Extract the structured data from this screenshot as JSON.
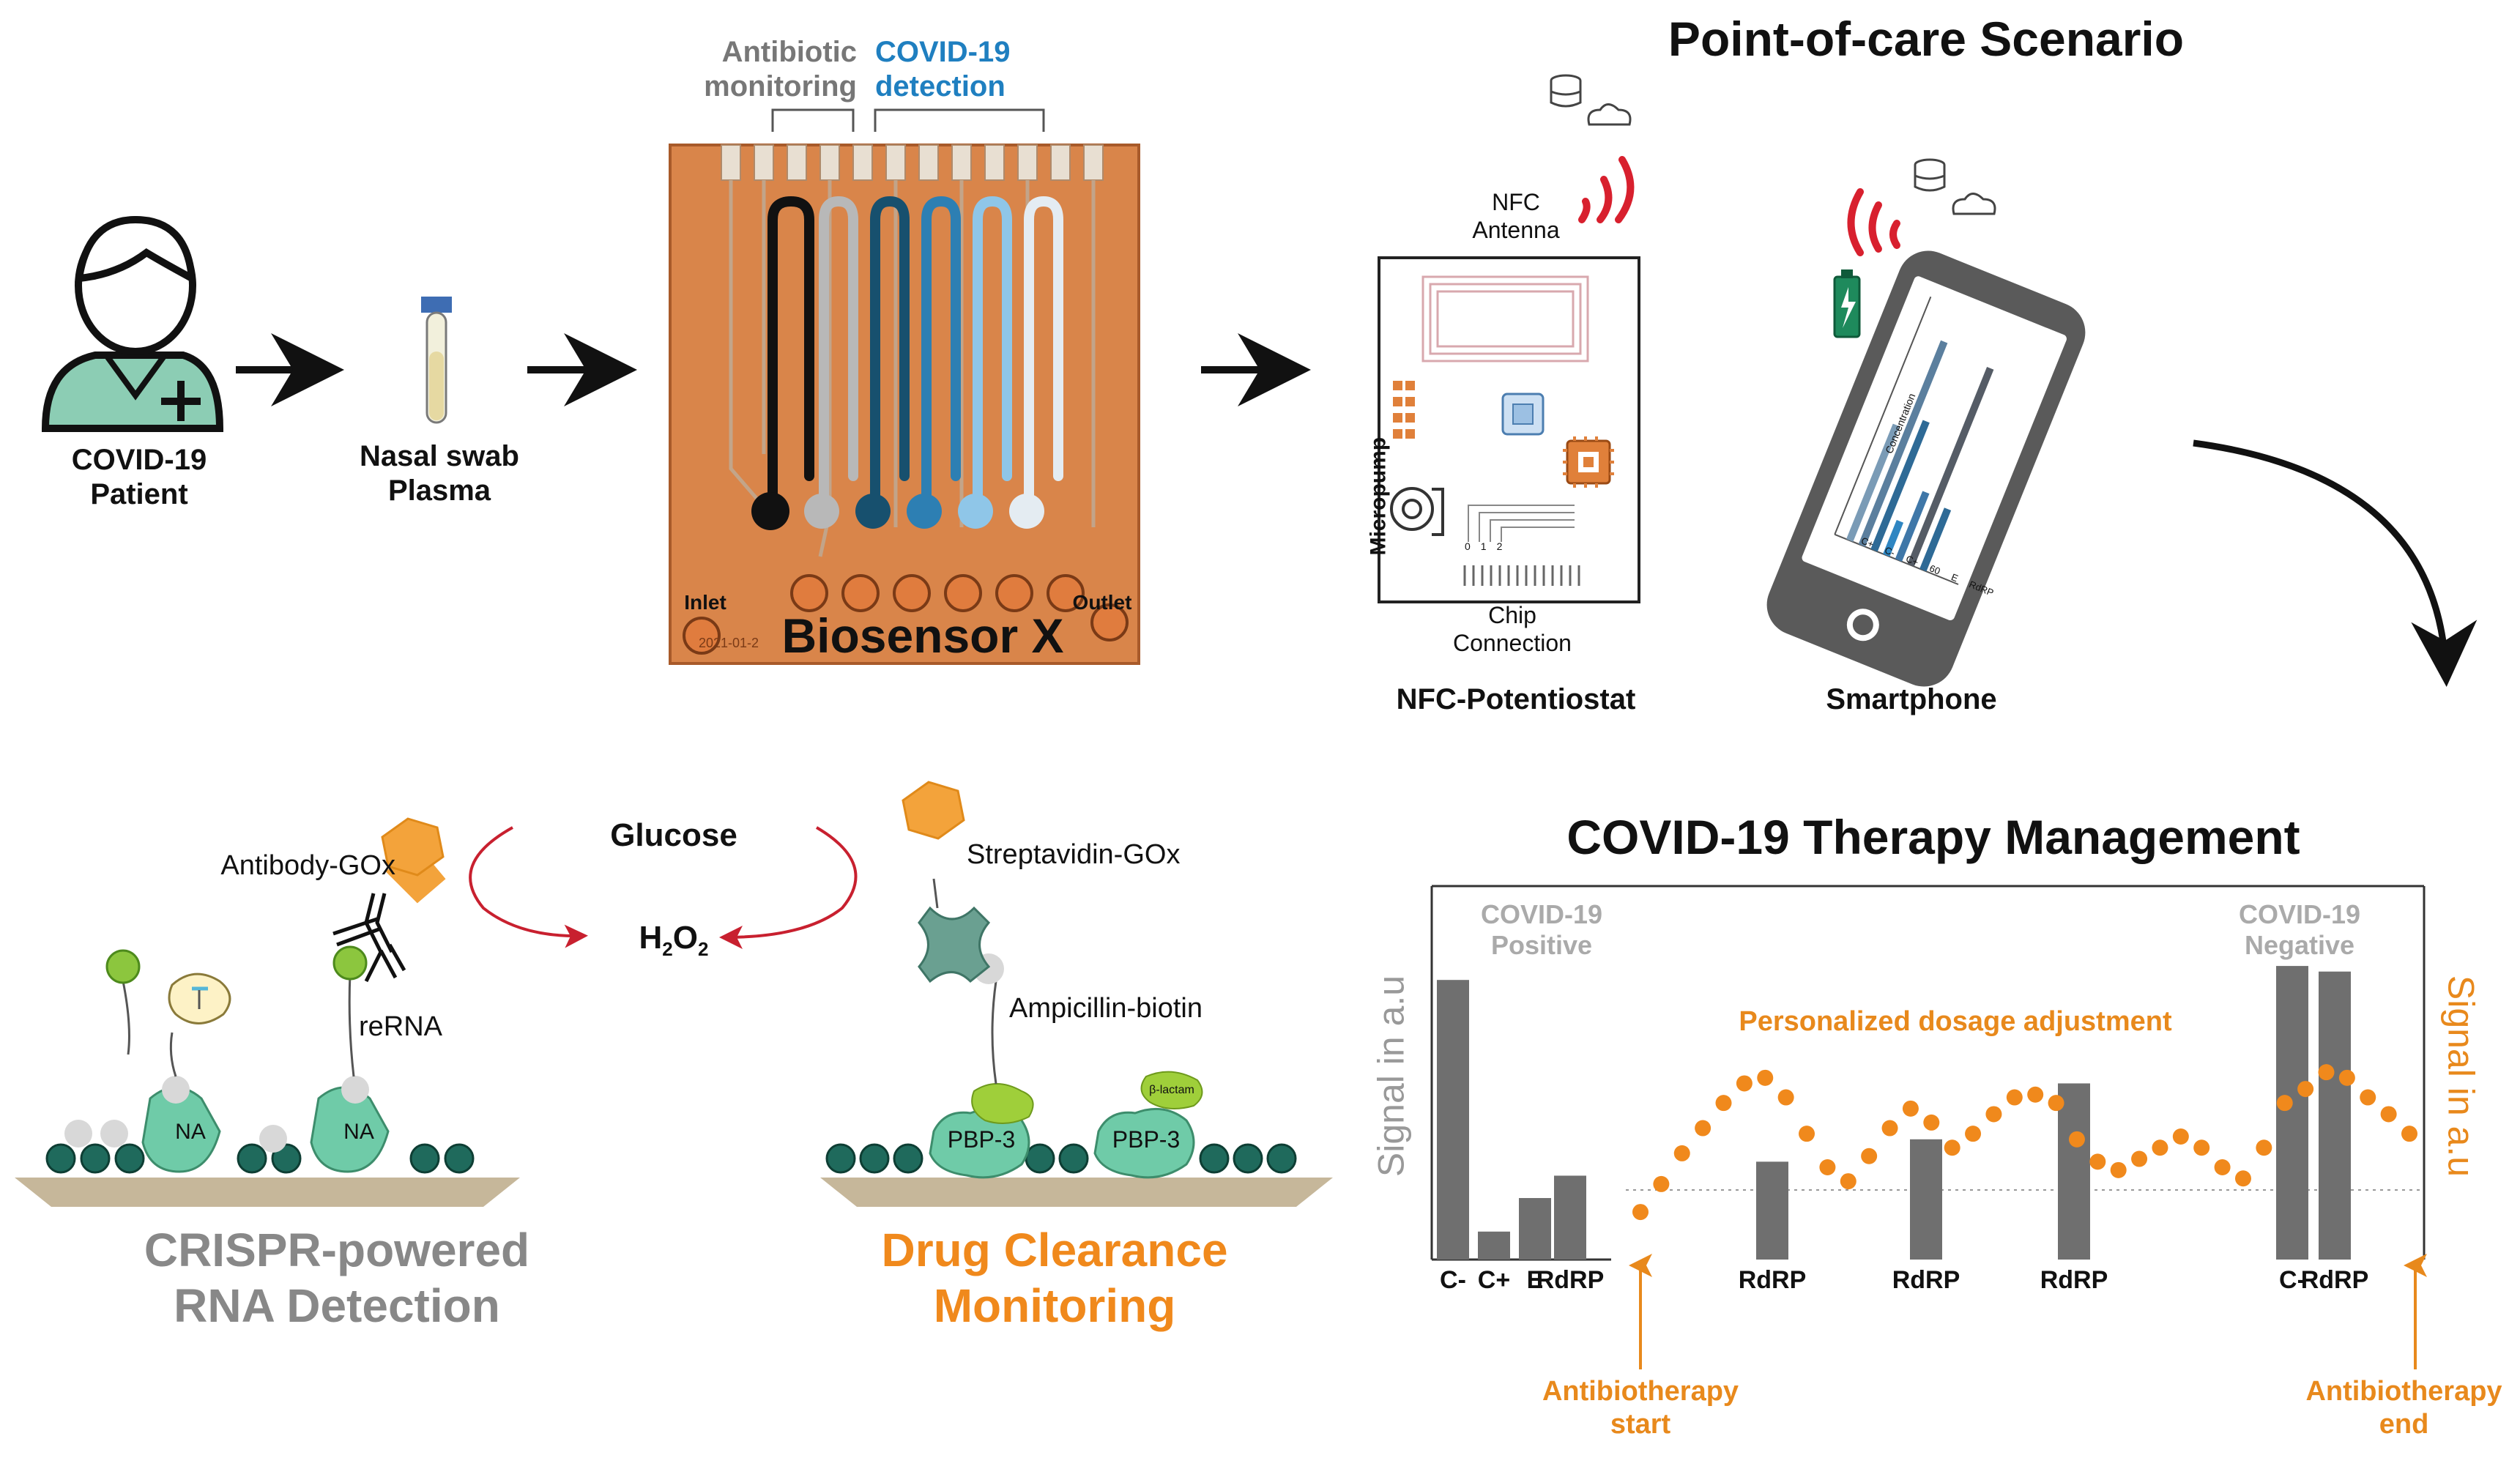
{
  "patient": {
    "line1": "COVID-19",
    "line2": "Patient"
  },
  "sample": {
    "line1": "Nasal swab",
    "line2": "Plasma"
  },
  "chip": {
    "group_antibiotic_1": "Antibiotic",
    "group_antibiotic_2": "monitoring",
    "group_covid_1": "COVID-19",
    "group_covid_2": "detection",
    "inlet": "Inlet",
    "outlet": "Outlet",
    "name": "Biosensor X",
    "date_stamp": "2021-01-2"
  },
  "poc": {
    "title": "Point-of-care Scenario",
    "nfc_antenna_1": "NFC",
    "nfc_antenna_2": "Antenna",
    "micropump": "Micropump",
    "chip_connection_1": "Chip",
    "chip_connection_2": "Connection",
    "connector_ticks": [
      "0",
      "1",
      "2"
    ],
    "potentiostat_label": "NFC-Potentiostat",
    "smartphone_label": "Smartphone",
    "screen_axis": "Concentration",
    "screen_categories": [
      "C+",
      "C-",
      "C+",
      "60",
      "E",
      "RdRP"
    ]
  },
  "crispr": {
    "antibody_label": "Antibody-GOx",
    "rerna_label": "reRNA",
    "na_label": "NA",
    "title_1": "CRISPR-powered",
    "title_2": "RNA Detection"
  },
  "reaction": {
    "glucose": "Glucose",
    "h2o2_h": "H",
    "h2o2_sub1": "2",
    "h2o2_o": "O",
    "h2o2_sub2": "2"
  },
  "drug": {
    "streptavidin_label": "Streptavidin-GOx",
    "ampicillin_label": "Ampicillin-biotin",
    "pbp_label": "PBP-3",
    "blactam_label": "β-lactam",
    "title_1": "Drug Clearance",
    "title_2": "Monitoring"
  },
  "chart_data": {
    "type": "bar",
    "title": "COVID-19 Therapy Management",
    "ylabel": "Signal in a.u",
    "y2label": "Signal in a.u",
    "annotations": {
      "positive_1": "COVID-19",
      "positive_2": "Positive",
      "negative_1": "COVID-19",
      "negative_2": "Negative",
      "dosage": "Personalized dosage adjustment",
      "start_1": "Antibiotherapy",
      "start_2": "start",
      "end_1": "Antibiotherapy",
      "end_2": "end"
    },
    "bars": [
      {
        "label": "C-",
        "value": 100
      },
      {
        "label": "C+",
        "value": 10
      },
      {
        "label": "E",
        "value": 22
      },
      {
        "label": "RdRP",
        "value": 30
      },
      {
        "label": "RdRP",
        "value": 35
      },
      {
        "label": "RdRP",
        "value": 43
      },
      {
        "label": "RdRP",
        "value": 63
      },
      {
        "label": "C-",
        "value": 105
      },
      {
        "label": "RdRP",
        "value": 103
      }
    ],
    "series": [
      {
        "values": [
          17,
          27,
          38,
          47,
          56,
          63,
          65,
          58,
          45,
          33,
          28,
          37,
          47,
          54,
          49,
          40,
          45,
          52,
          58,
          59,
          56,
          43,
          35,
          32,
          36,
          40,
          44,
          40,
          33,
          29,
          40,
          56,
          61,
          67,
          65,
          58,
          52,
          45
        ]
      }
    ],
    "ylim": [
      0,
      110
    ]
  }
}
